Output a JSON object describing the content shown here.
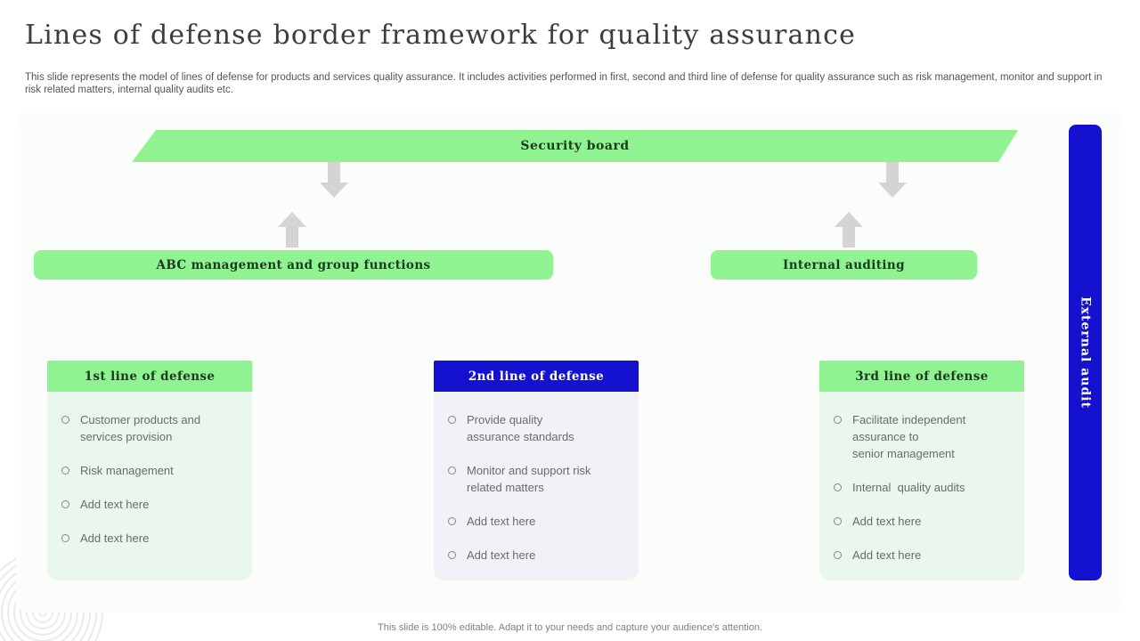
{
  "slide": {
    "title": "Lines of defense border framework for quality assurance",
    "description": "This slide represents the model of lines of defense for products and services quality assurance. It includes activities performed in first, second and third line of defense for quality assurance such as risk management, monitor and support in risk related matters, internal quality audits etc.",
    "footer": "This slide is 100% editable. Adapt it to your needs and capture your audience's attention."
  },
  "diagram": {
    "security_board_label": "Security board",
    "left_function_label": "ABC management and group functions",
    "right_function_label": "Internal auditing",
    "external_audit_label": "External audit",
    "columns": [
      {
        "header": "1st line of defense",
        "header_style": "green",
        "bullets": [
          "Customer products and\nservices provision",
          "Risk management",
          "Add text here",
          "Add text here"
        ]
      },
      {
        "header": "2nd line of defense",
        "header_style": "blue",
        "bullets": [
          "Provide quality\nassurance standards",
          "Monitor and support risk\nrelated matters",
          "Add text here",
          "Add text here"
        ]
      },
      {
        "header": "3rd line of defense",
        "header_style": "green",
        "bullets": [
          "Facilitate independent\nassurance to\nsenior management",
          "Internal  quality audits",
          "Add text here",
          "Add text here"
        ]
      }
    ]
  },
  "icons": {
    "arrow_down": "gray block arrow pointing down",
    "arrow_up": "gray block arrow pointing up",
    "bullet": "small open circle"
  },
  "colors": {
    "accent_green": "#8ff392",
    "accent_blue": "#1412ce",
    "green_body": "#e9f7ec",
    "blue_body": "#f1f1f8",
    "dark_green_text": "#1c3820",
    "arrow_gray": "#d4d4d4",
    "title_text": "#3d3d3d",
    "body_text": "#6b6b6b",
    "footer_text": "#7f7f7f"
  }
}
